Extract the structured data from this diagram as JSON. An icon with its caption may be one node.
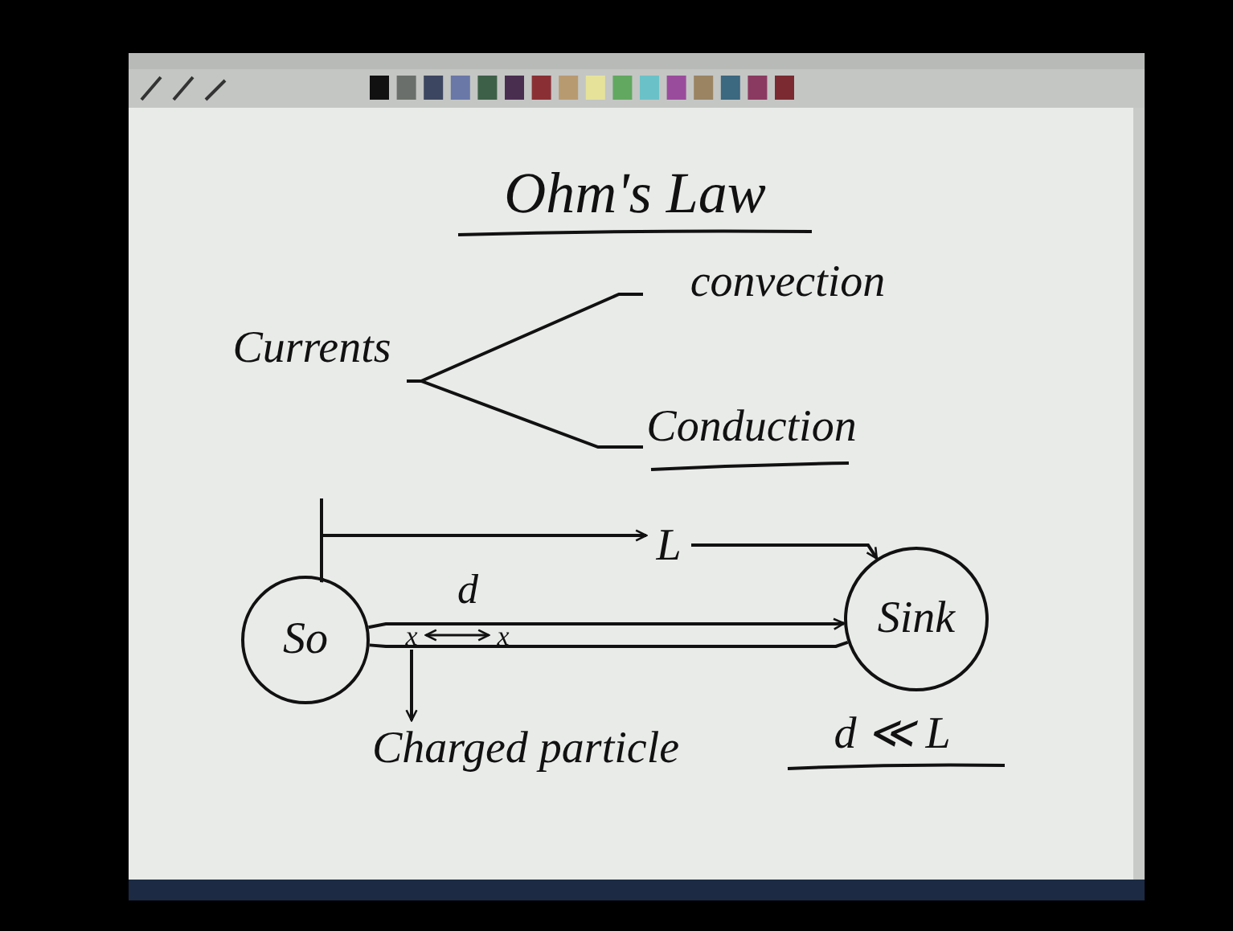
{
  "diagram": {
    "title": "Ohm's Law",
    "nodes": [
      {
        "text": [
          "Currents"
        ]
      },
      {
        "text": [
          "convection"
        ]
      },
      {
        "text": [
          "Conduction"
        ]
      },
      {
        "text": [
          "So"
        ]
      },
      {
        "text": [
          "Sink"
        ]
      },
      {
        "text": [
          "L"
        ]
      },
      {
        "text": [
          "Charged particle"
        ]
      },
      {
        "text": [
          "x"
        ]
      }
    ],
    "edges": [
      {
        "from": 0,
        "to": 1,
        "arrow": "none"
      },
      {
        "from": 0,
        "to": 2,
        "arrow": "none"
      },
      {
        "from": 3,
        "to": 5,
        "arrow": "to"
      },
      {
        "from": 5,
        "to": 4,
        "arrow": "to"
      },
      {
        "from": 3,
        "to": 4,
        "arrow": "to"
      },
      {
        "from": 3,
        "to": 4,
        "arrow": "none"
      },
      {
        "from": 7,
        "to": 6,
        "arrow": "to"
      }
    ],
    "labels": [
      "d",
      "x",
      "d ≪ L"
    ]
  }
}
